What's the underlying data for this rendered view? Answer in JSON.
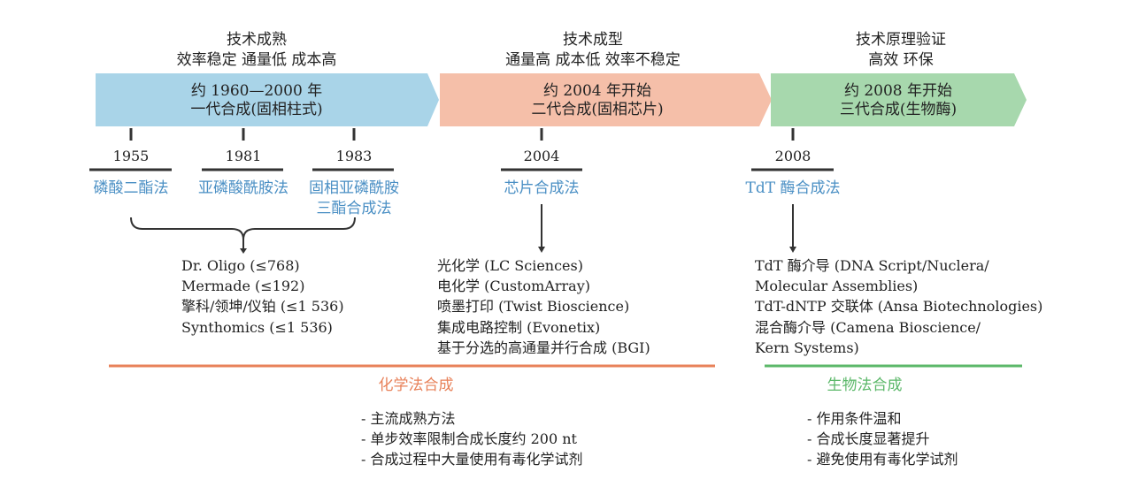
{
  "stages": [
    {
      "header_line1": "技术成熟",
      "header_line2": "效率稳定  通量低  成本高",
      "arrow_line1": "约 1960—2000 年",
      "arrow_line2": "一代合成(固相柱式)",
      "color": "#a9d4e8"
    },
    {
      "header_line1": "技术成型",
      "header_line2": "通量高  成本低  效率不稳定",
      "arrow_line1": "约 2004 年开始",
      "arrow_line2": "二代合成(固相芯片)",
      "color": "#f5bfa9"
    },
    {
      "header_line1": "技术原理验证",
      "header_line2": "高效  环保",
      "arrow_line1": "约 2008 年开始",
      "arrow_line2": "三代合成(生物酶)",
      "color": "#a7d8ad"
    }
  ],
  "milestones": [
    {
      "year": "1955",
      "method_line1": "磷酸二酯法",
      "method_line2": ""
    },
    {
      "year": "1981",
      "method_line1": "亚磷酸酰胺法",
      "method_line2": ""
    },
    {
      "year": "1983",
      "method_line1": "固相亚磷酰胺",
      "method_line2": "三酯合成法"
    },
    {
      "year": "2004",
      "method_line1": "芯片合成法",
      "method_line2": ""
    },
    {
      "year": "2008",
      "method_line1": "TdT 酶合成法",
      "method_line2": ""
    }
  ],
  "gen1_companies": [
    "Dr. Oligo (≤768)",
    "Mermade (≤192)",
    "擎科/领坤/仪铂 (≤1 536)",
    "Synthomics (≤1 536)"
  ],
  "gen2_companies": [
    "光化学 (LC Sciences)",
    "电化学 (CustomArray)",
    "喷墨打印 (Twist Bioscience)",
    "集成电路控制 (Evonetix)",
    "基于分选的高通量并行合成 (BGI)"
  ],
  "gen3_companies": [
    "TdT 酶介导 (DNA Script/Nuclera/",
    "Molecular Assemblies)",
    "TdT-dNTP 交联体 (Ansa Biotechnologies)",
    "混合酶介导 (Camena Bioscience/",
    "Kern Systems)"
  ],
  "categories": {
    "chemical": {
      "label": "化学法合成",
      "color": "#e8825a"
    },
    "biological": {
      "label": "生物法合成",
      "color": "#5cb86a"
    }
  },
  "chemical_summary": [
    "- 主流成熟方法",
    "- 单步效率限制合成长度约 200 nt",
    "- 合成过程中大量使用有毒化学试剂"
  ],
  "biological_summary": [
    "- 作用条件温和",
    "- 合成长度显著提升",
    "- 避免使用有毒化学试剂"
  ]
}
